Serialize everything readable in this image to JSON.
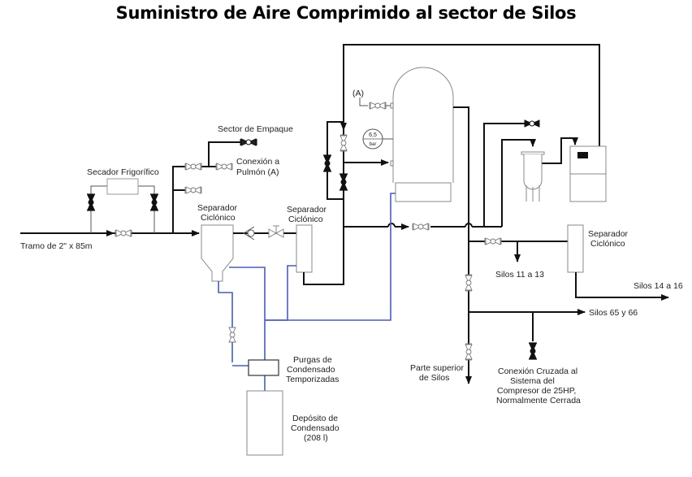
{
  "title": "Suministro de Aire Comprimido al sector de Silos",
  "labels": {
    "tramo": "Tramo de  2\" x 85m",
    "secador": "Secador Frigorífico",
    "sector_empaque": "Sector de Empaque",
    "conexion_pulmon_1": "Conexión a",
    "conexion_pulmon_2": "Pulmón (A)",
    "sep1_1": "Separador",
    "sep1_2": "Ciclónico",
    "sep2_1": "Separador",
    "sep2_2": "Ciclónico",
    "sep3_1": "Separador",
    "sep3_2": "Ciclónico",
    "tank_ref": "(A)",
    "gauge_value": "6,5",
    "gauge_unit": "bar",
    "silos_11_13": "Silos 11 a 13",
    "silos_14_16": "Silos 14 a 16",
    "silos_65_66": "Silos 65 y 66",
    "parte_sup_1": "Parte superior",
    "parte_sup_2": "de Silos",
    "cruzada_1": "Conexión Cruzada al",
    "cruzada_2": "Sistema del",
    "cruzada_3": "Compresor de 25HP,",
    "cruzada_4": "Normalmente Cerrada",
    "purgas_1": "Purgas de",
    "purgas_2": "Condensado",
    "purgas_3": "Temporizadas",
    "deposito_1": "Depósito de",
    "deposito_2": "Condensado",
    "deposito_3": "(208 l)"
  },
  "colors": {
    "pipe": "#111111",
    "condensate_line": "#4a5db0",
    "equipment_outline": "#888888"
  }
}
